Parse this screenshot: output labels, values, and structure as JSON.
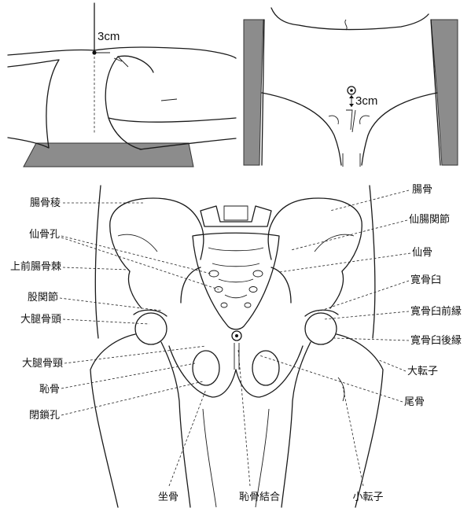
{
  "top_left": {
    "measure": "3cm"
  },
  "top_right": {
    "measure": "3cm"
  },
  "labels_left": [
    "腸骨稜",
    "仙骨孔",
    "上前腸骨棘",
    "股関節",
    "大腿骨頭",
    "大腿骨頸",
    "恥骨",
    "閉鎖孔"
  ],
  "labels_right": [
    "腸骨",
    "仙腸関節",
    "仙骨",
    "寛骨臼",
    "寛骨臼前縁",
    "寛骨臼後縁",
    "大転子",
    "尾骨"
  ],
  "labels_bottom": [
    "坐骨",
    "恥骨結合",
    "小転子"
  ]
}
